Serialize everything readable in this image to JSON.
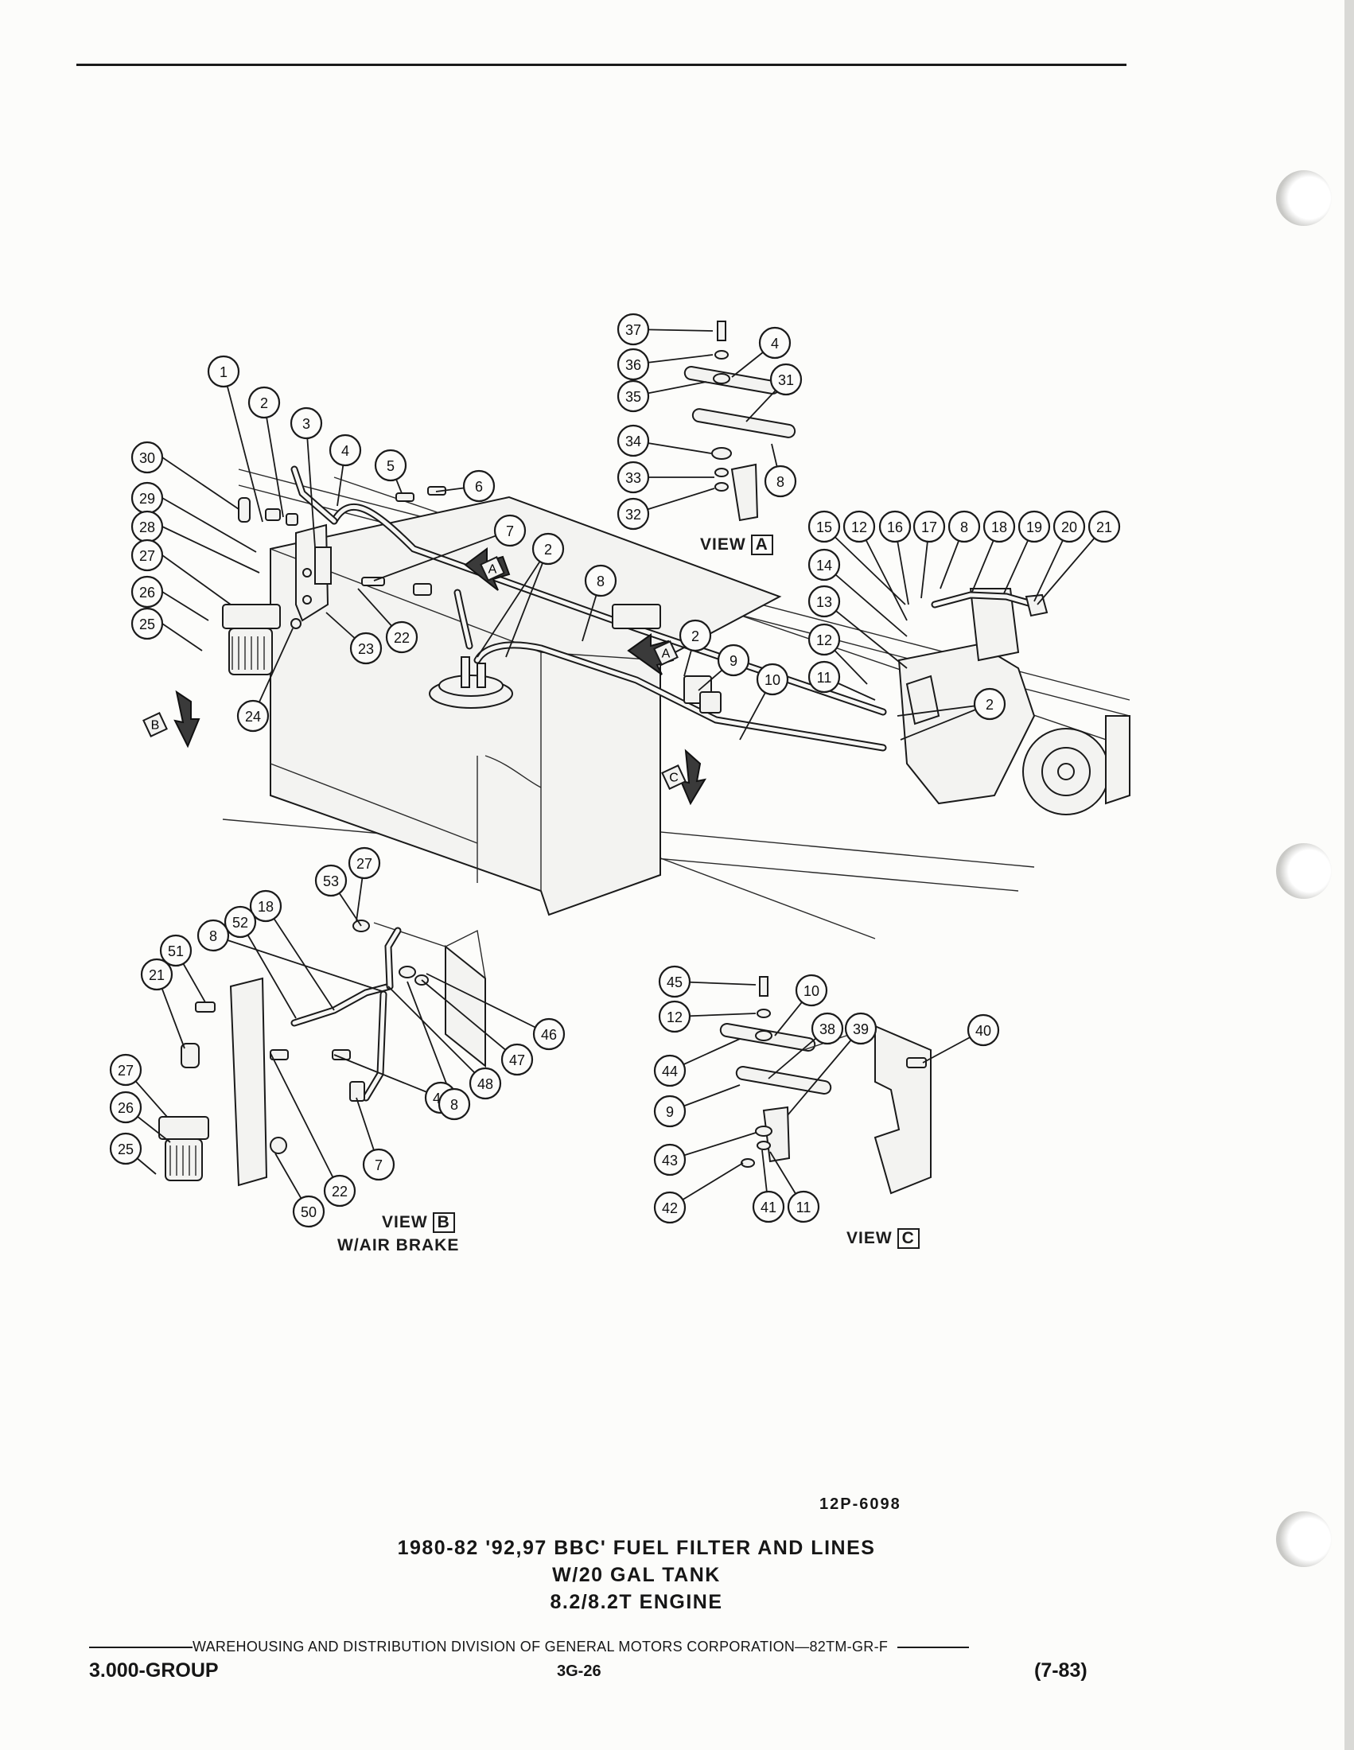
{
  "diagram": {
    "views": {
      "a": {
        "label": "VIEW",
        "letter": "A"
      },
      "b": {
        "label": "VIEW",
        "letter": "B",
        "sublabel": "W/AIR BRAKE"
      },
      "c": {
        "label": "VIEW",
        "letter": "C"
      }
    },
    "arrow_letters": [
      "A",
      "A",
      "B",
      "C"
    ],
    "callouts": {
      "main": [
        "1",
        "2",
        "3",
        "4",
        "5",
        "6",
        "7",
        "2",
        "8",
        "2",
        "9",
        "10",
        "30",
        "29",
        "28",
        "27",
        "26",
        "25",
        "24",
        "23",
        "22",
        "15",
        "12",
        "16",
        "17",
        "8",
        "18",
        "19",
        "20",
        "21",
        "14",
        "13",
        "12",
        "11",
        "2"
      ],
      "view_a": [
        "37",
        "36",
        "35",
        "34",
        "33",
        "32",
        "4",
        "31",
        "8"
      ],
      "view_b": [
        "27",
        "53",
        "18",
        "52",
        "8",
        "51",
        "21",
        "27",
        "26",
        "25",
        "22",
        "50",
        "7",
        "49",
        "8",
        "48",
        "47",
        "46"
      ],
      "view_c": [
        "45",
        "12",
        "10",
        "38",
        "39",
        "40",
        "44",
        "9",
        "43",
        "42",
        "41",
        "11"
      ]
    }
  },
  "figure_number": "12P-6098",
  "caption": {
    "line1": "1980-82 '92,97 BBC' FUEL FILTER AND LINES",
    "line2": "W/20 GAL TANK",
    "line3": "8.2/8.2T ENGINE"
  },
  "footer": {
    "division_line": "WAREHOUSING AND DISTRIBUTION  DIVISION OF GENERAL MOTORS CORPORATION—82TM-GR-F",
    "group": "3.000-GROUP",
    "page": "3G-26",
    "date": "(7-83)"
  }
}
